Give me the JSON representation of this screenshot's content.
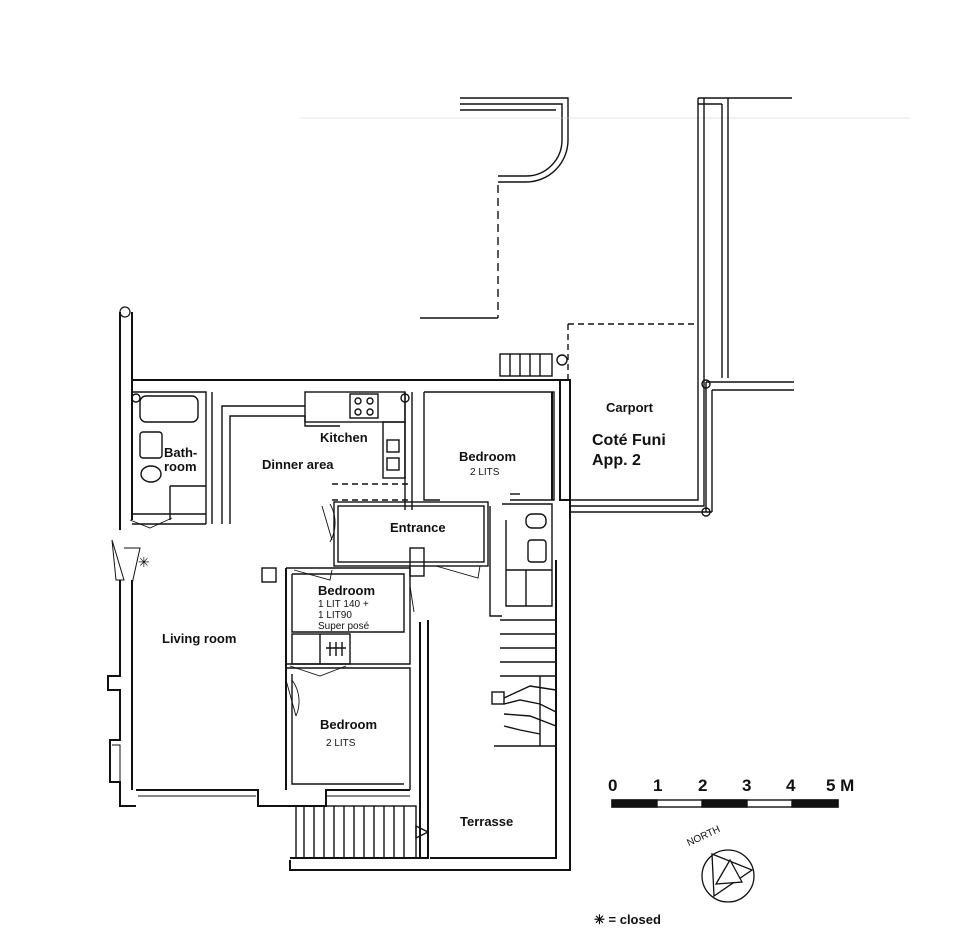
{
  "rooms": {
    "bathroom": "Bath-",
    "bathroom_2": "room",
    "kitchen": "Kitchen",
    "dinner_area": "Dinner area",
    "bedroom_ne": "Bedroom",
    "bedroom_ne_beds": "2 LITS",
    "entrance": "Entrance",
    "bedroom_mid": "Bedroom",
    "bedroom_mid_line1": "1 LIT 140 +",
    "bedroom_mid_line2": "1 LIT90",
    "bedroom_mid_line3": "Super posé",
    "bedroom_sw": "Bedroom",
    "bedroom_sw_beds": "2 LITS",
    "living_room": "Living room",
    "terrasse": "Terrasse",
    "carport": "Carport"
  },
  "apartment": {
    "name": "Coté Funi",
    "number": "App. 2"
  },
  "scale": {
    "ticks": [
      "0",
      "1",
      "2",
      "3",
      "4",
      "5 M"
    ]
  },
  "compass": {
    "label": "NORTH"
  },
  "legend": {
    "text": "✳ = closed"
  }
}
